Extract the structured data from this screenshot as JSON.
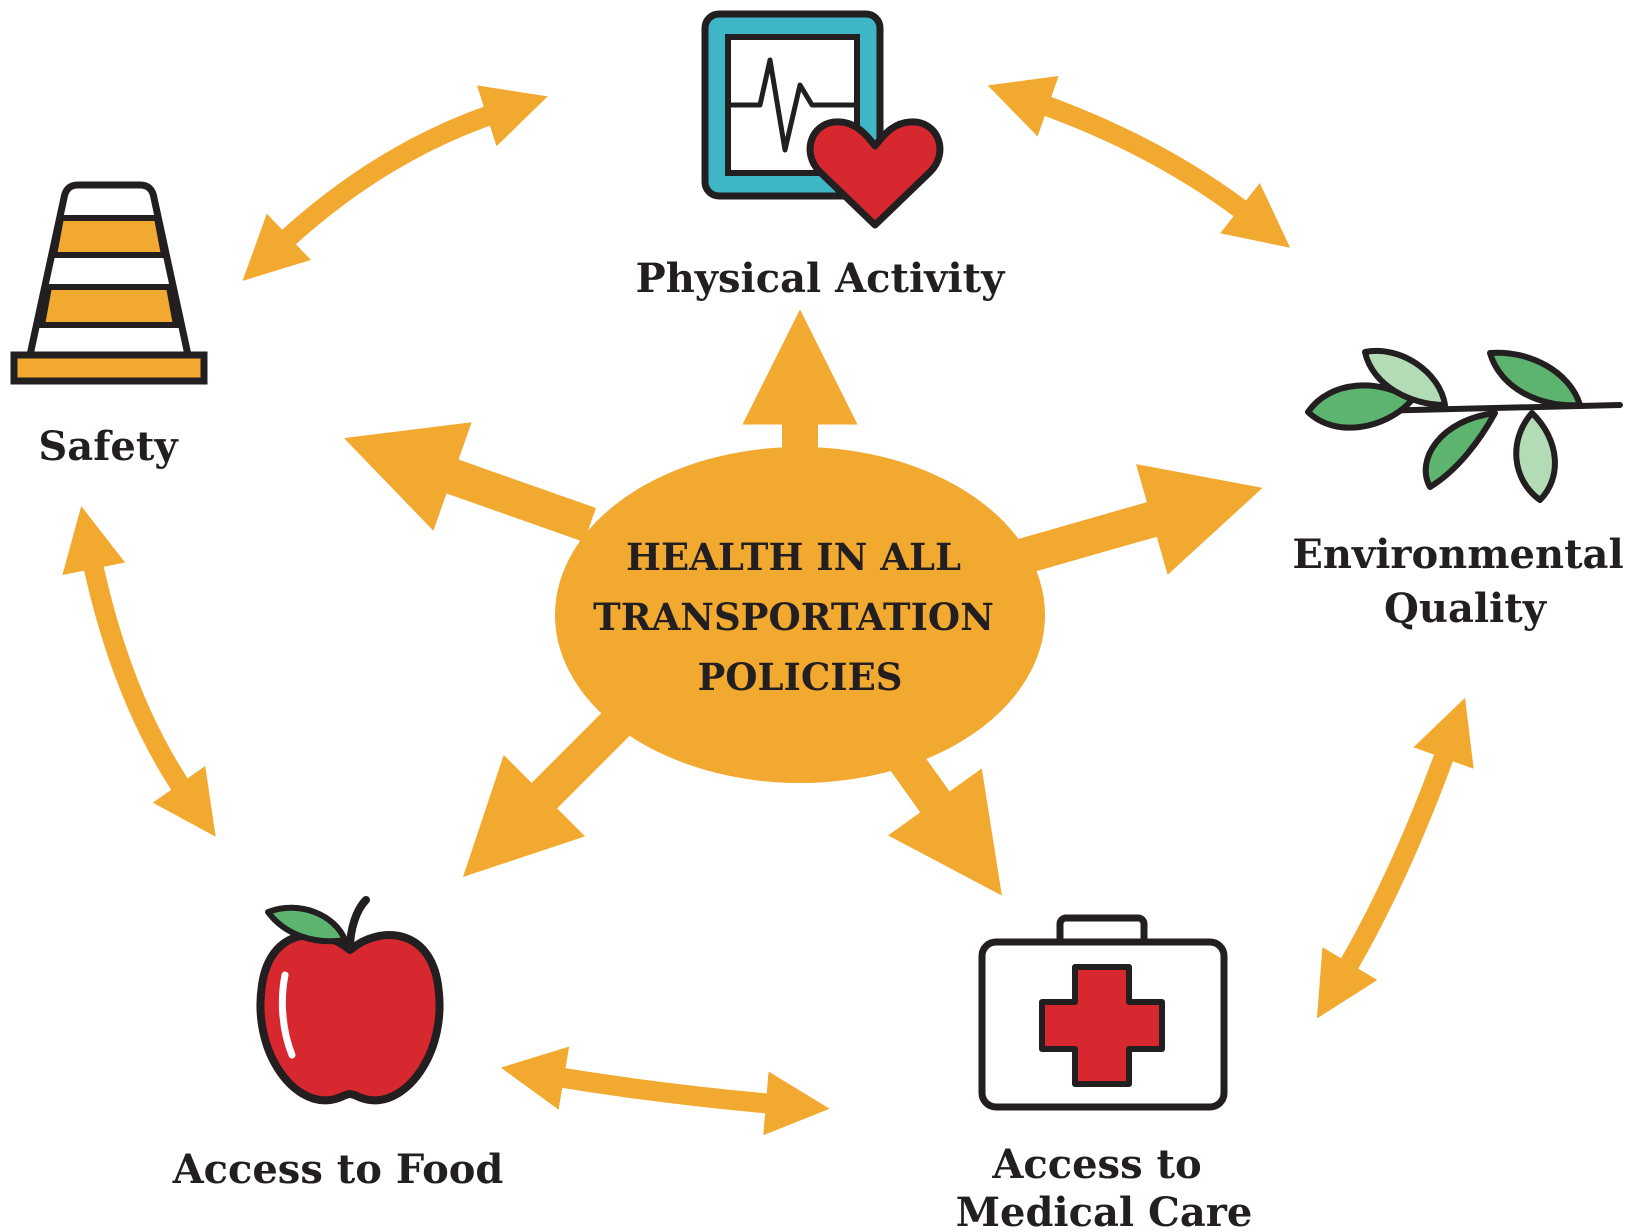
{
  "diagram": {
    "center": {
      "lines": [
        "HEALTH IN ALL",
        "TRANSPORTATION",
        "POLICIES"
      ]
    },
    "nodes": {
      "physical_activity": {
        "label": "Physical Activity",
        "icon": "heart-monitor-icon"
      },
      "environmental_quality": {
        "lines": [
          "Environmental",
          "Quality"
        ],
        "icon": "leaf-branch-icon"
      },
      "safety": {
        "label": "Safety",
        "icon": "traffic-cone-icon"
      },
      "access_to_food": {
        "label": "Access to Food",
        "icon": "apple-icon"
      },
      "access_to_medical_care": {
        "lines": [
          "Access to",
          "Medical Care"
        ],
        "icon": "first-aid-kit-icon"
      }
    },
    "colors": {
      "arrow": "#f2a930",
      "ellipse": "#f2a930",
      "text": "#231f20",
      "outline": "#231f20",
      "monitor_frame": "#3fb6c6",
      "heart": "#d7282f",
      "cone_stripe": "#f2a930",
      "leaf_dark": "#5cb46e",
      "leaf_light": "#b3dcb6",
      "apple": "#d7282f",
      "apple_leaf": "#5cb46e",
      "medical_cross": "#d7282f"
    }
  }
}
